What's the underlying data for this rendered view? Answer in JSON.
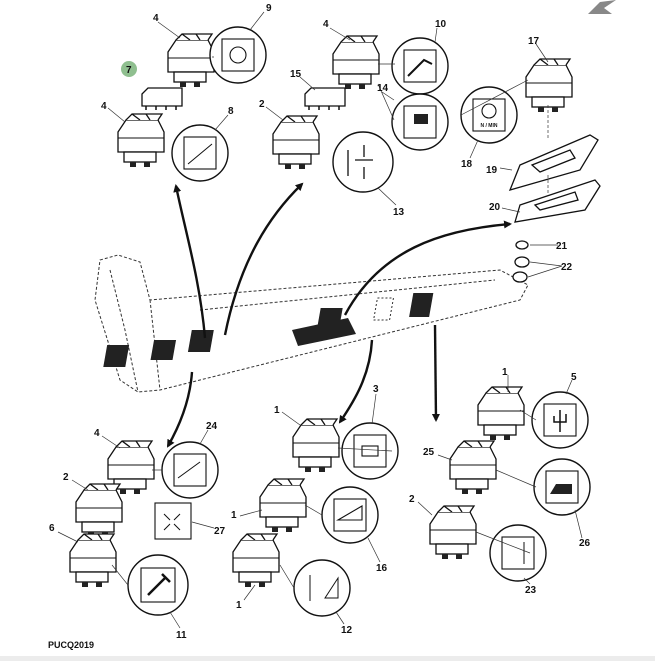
{
  "diagram": {
    "code": "PUCQ2019",
    "highlight_color": "#8fbf8f",
    "callouts": {
      "c4a": "4",
      "c9": "9",
      "c7": "7",
      "c4b": "4",
      "c8": "8",
      "c4c": "4",
      "c10": "10",
      "c15": "15",
      "c14": "14",
      "c2a": "2",
      "c13": "13",
      "c17": "17",
      "c18": "18",
      "c19": "19",
      "c20": "20",
      "c21": "21",
      "c22": "22",
      "c4d": "4",
      "c24": "24",
      "c2b": "2",
      "c27": "27",
      "c6": "6",
      "c11": "11",
      "c3": "3",
      "c1a": "1",
      "c1b": "1",
      "c16": "16",
      "c1c": "1",
      "c12": "12",
      "c1d": "1",
      "c5": "5",
      "c25": "25",
      "c26": "26",
      "c2c": "2",
      "c23": "23"
    },
    "symbol_18_text": "N / MIN"
  }
}
